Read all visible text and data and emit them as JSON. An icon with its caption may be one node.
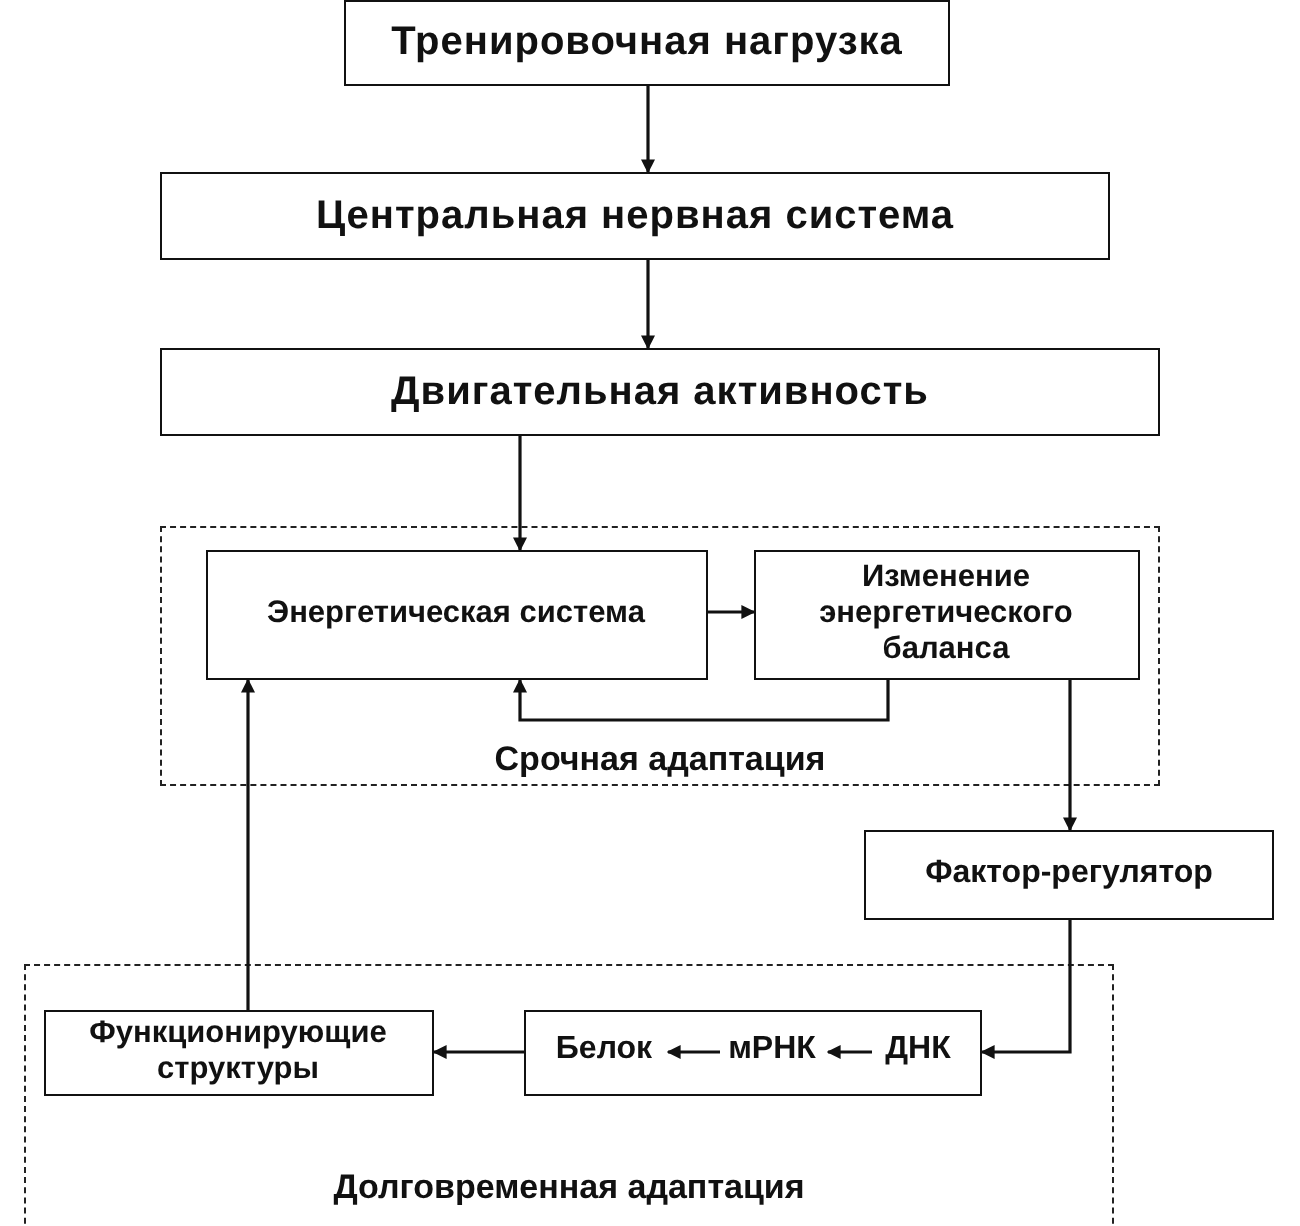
{
  "diagram": {
    "nodes": [
      {
        "text": [
          "Тренировочная нагрузка"
        ]
      },
      {
        "text": [
          "Центральная нервная система"
        ]
      },
      {
        "text": [
          "Двигательная активность"
        ]
      },
      {
        "text": [
          "Срочная адаптация"
        ]
      },
      {
        "text": [
          "Энергетическая система"
        ],
        "in": 3
      },
      {
        "text": [
          "Изменение энергетического баланса"
        ],
        "in": 3
      },
      {
        "text": [
          "Фактор-регулятор"
        ]
      },
      {
        "text": [
          "Долговременная адаптация"
        ]
      },
      {
        "text": [
          "Функционирующие структуры"
        ],
        "in": 7
      },
      {
        "text": [],
        "shape": "box",
        "in": 7
      },
      {
        "text": [
          "Белок"
        ],
        "in": 9
      },
      {
        "text": [
          "мРНК"
        ],
        "in": 9
      },
      {
        "text": [
          "ДНК"
        ],
        "in": 9
      }
    ],
    "edges": [
      {
        "from": 0,
        "to": 1,
        "arrow": "to"
      },
      {
        "from": 1,
        "to": 2,
        "arrow": "to"
      },
      {
        "from": 2,
        "to": 4,
        "arrow": "to"
      },
      {
        "from": 4,
        "to": 5,
        "arrow": "to"
      },
      {
        "from": 5,
        "to": 4,
        "arrow": "to"
      },
      {
        "from": 5,
        "to": 6,
        "arrow": "to"
      },
      {
        "from": 6,
        "to": 9,
        "arrow": "to"
      },
      {
        "from": 9,
        "to": 8,
        "arrow": "to"
      },
      {
        "from": 8,
        "to": 4,
        "arrow": "to"
      },
      {
        "from": 12,
        "to": 11,
        "arrow": "to"
      },
      {
        "from": 11,
        "to": 10,
        "arrow": "to"
      }
    ]
  }
}
